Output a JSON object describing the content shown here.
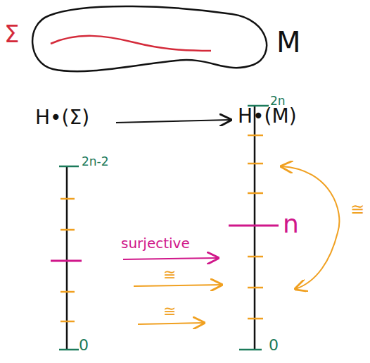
{
  "diagram": {
    "labels": [
      "Σ",
      "M",
      "H•(Σ)",
      "H•(M)",
      "2n-2",
      "0",
      "2n",
      "n",
      "0",
      "surjective",
      "≅",
      "≅",
      "≅"
    ]
  }
}
